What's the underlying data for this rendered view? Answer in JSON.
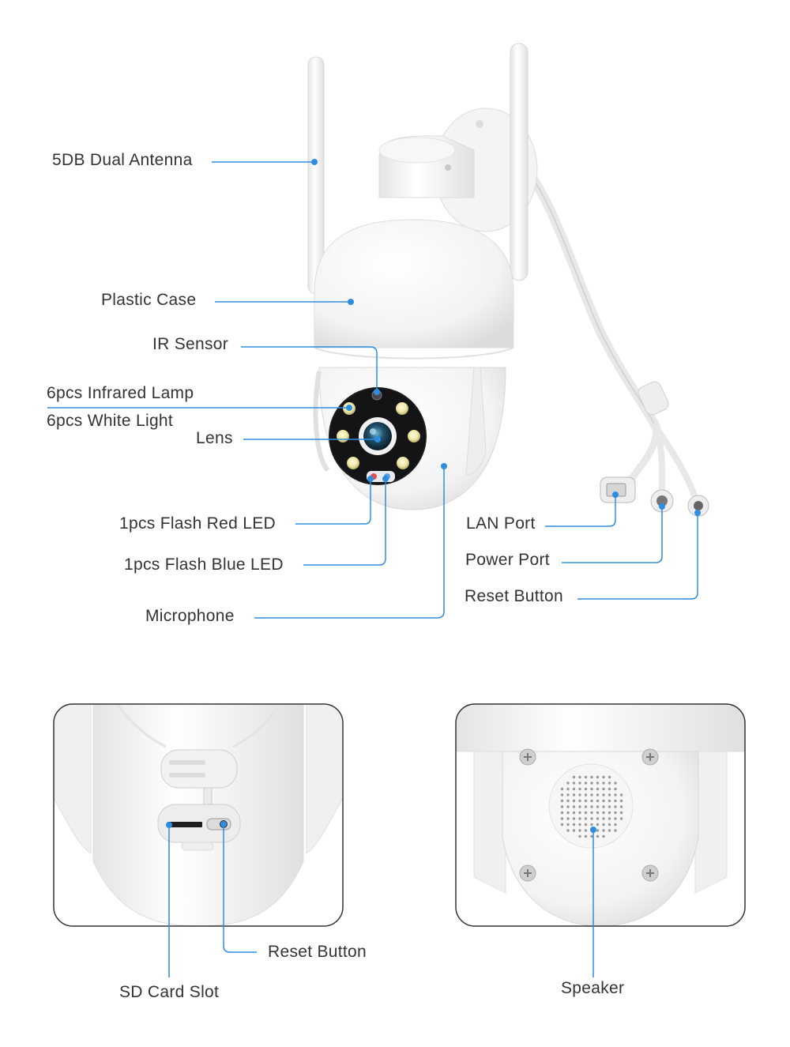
{
  "colors": {
    "callout": "#2e8de0",
    "label": "#333333",
    "body": "#f7f7f7",
    "outline": "#d9d9d9",
    "panel_border": "#333333",
    "lens_ring": "#1c1c1e",
    "ir_led": "#f4f0c6"
  },
  "labels": {
    "antenna": "5DB Dual Antenna",
    "plastic_case": "Plastic Case",
    "ir_sensor": "IR Sensor",
    "infrared_lamp": "6pcs Infrared Lamp",
    "white_light": "6pcs White Light",
    "lens": "Lens",
    "red_led": "1pcs Flash Red LED",
    "blue_led": "1pcs Flash Blue LED",
    "microphone": "Microphone",
    "lan_port": "LAN Port",
    "power_port": "Power Port",
    "reset_button": "Reset Button",
    "sd_card_slot": "SD Card Slot",
    "reset_button_bottom": "Reset Button",
    "speaker": "Speaker"
  },
  "icons": [
    "antenna-icon",
    "camera-dome-icon",
    "lens-icon",
    "led-icon",
    "lan-connector-icon",
    "power-connector-icon",
    "reset-connector-icon",
    "sd-slot-icon",
    "speaker-grille-icon",
    "screw-icon"
  ]
}
